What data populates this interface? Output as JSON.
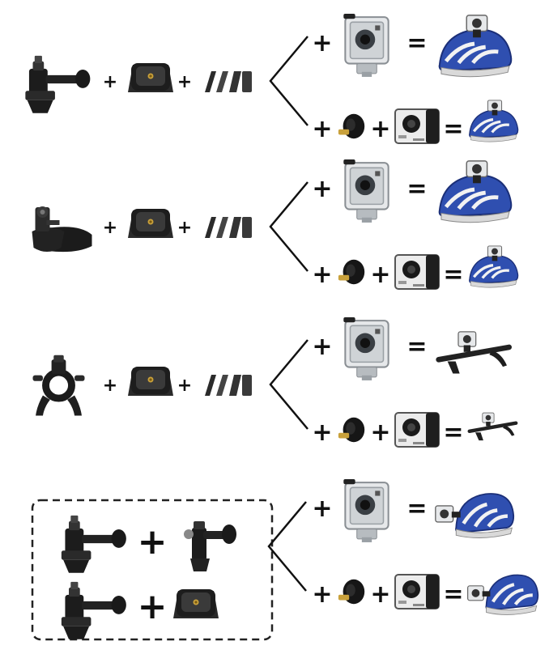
{
  "colors": {
    "ink": "#111111",
    "mount_black": "#1c1c1c",
    "mount_grey": "#3a3a3a",
    "housing_clear": "#e6e8ea",
    "helmet_blue": "#2f4fb0",
    "helmet_white": "#f2f2f2",
    "camera_body": "#ececec"
  },
  "symbols": {
    "plus": "+",
    "equals": "="
  },
  "rows": [
    {
      "mount": "swivel-j-mount",
      "base": "adhesive-flat-mount",
      "accessory": "adhesive-pads",
      "combos": [
        {
          "adapter": "",
          "camera": "waterproof-housing-camera",
          "result": "camera-on-helmet-top"
        },
        {
          "adapter": "tripod-screw-adapter",
          "camera": "h5-action-camera",
          "result": "camera-on-helmet-top"
        }
      ]
    },
    {
      "mount": "quick-release-buckle-mount",
      "base": "adhesive-flat-mount",
      "accessory": "adhesive-pads",
      "combos": [
        {
          "adapter": "",
          "camera": "waterproof-housing-camera",
          "result": "camera-on-helmet-top"
        },
        {
          "adapter": "tripod-screw-adapter",
          "camera": "h5-action-camera",
          "result": "camera-on-helmet-top"
        }
      ]
    },
    {
      "mount": "handlebar-clamp-mount",
      "base": "adhesive-flat-mount",
      "accessory": "adhesive-pads",
      "combos": [
        {
          "adapter": "",
          "camera": "waterproof-housing-camera",
          "result": "camera-on-handlebar"
        },
        {
          "adapter": "tripod-screw-adapter",
          "camera": "h5-action-camera",
          "result": "camera-on-handlebar"
        }
      ]
    },
    {
      "boxed": true,
      "kit_a": [
        "swivel-arm-mount",
        "extension-arm"
      ],
      "kit_b": [
        "swivel-arm-mount",
        "adhesive-flat-mount"
      ],
      "combos": [
        {
          "adapter": "",
          "camera": "waterproof-housing-camera",
          "result": "camera-on-helmet-side"
        },
        {
          "adapter": "tripod-screw-adapter",
          "camera": "h5-action-camera",
          "result": "camera-on-helmet-side"
        }
      ]
    }
  ]
}
